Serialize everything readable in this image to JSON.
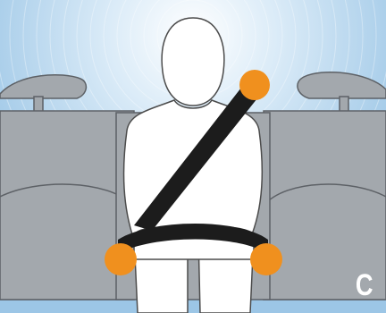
{
  "illustration": {
    "subject": "seated-figure-with-seat-belt",
    "panel_letter": "C",
    "colors": {
      "background": "#b7d6ee",
      "seat": "#a3a8ad",
      "seat_outline": "#5d6166",
      "figure": "#ffffff",
      "figure_outline": "#4c4c4c",
      "belt": "#1c1c1c",
      "anchor": "#f0901e",
      "letter": "#ffffff"
    },
    "anchor_points": [
      "shoulder",
      "left-hip",
      "right-hip"
    ]
  }
}
